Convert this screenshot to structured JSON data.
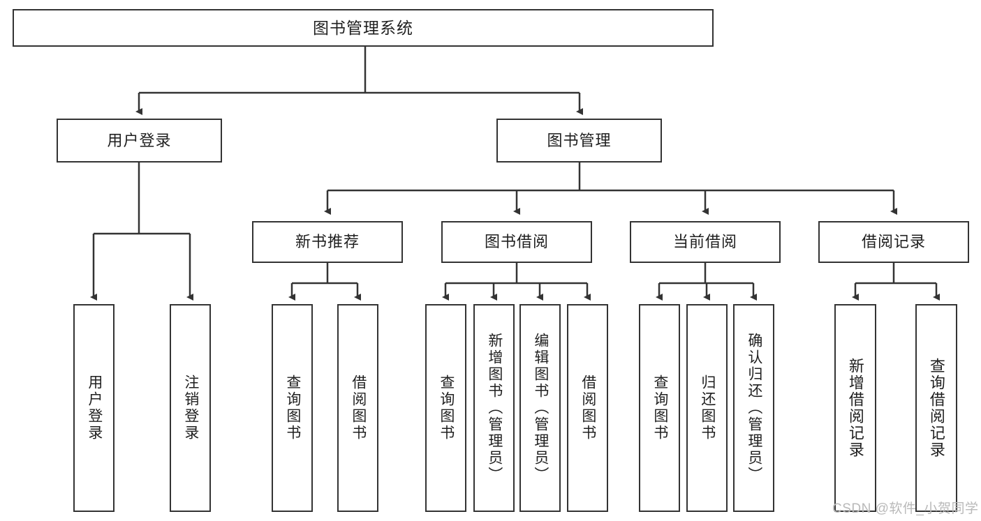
{
  "diagram": {
    "type": "tree-hierarchy",
    "title": "图书管理系统",
    "watermark": "CSDN @软件_小贺同学",
    "colors": {
      "background": "#ffffff",
      "stroke": "#333333",
      "text": "#1f1f1f",
      "watermark": "#b9b9b9"
    },
    "nodes": {
      "root": {
        "label": "图书管理系统"
      },
      "level2": [
        {
          "label": "用户登录"
        },
        {
          "label": "图书管理"
        }
      ],
      "level3": [
        {
          "label": "新书推荐"
        },
        {
          "label": "图书借阅"
        },
        {
          "label": "当前借阅"
        },
        {
          "label": "借阅记录"
        }
      ],
      "leaves": {
        "user_login": [
          {
            "label": "用户登录"
          },
          {
            "label": "注销登录"
          }
        ],
        "new_book_recommend": [
          {
            "label": "查询图书"
          },
          {
            "label": "借阅图书"
          }
        ],
        "book_borrow": [
          {
            "label": "查询图书"
          },
          {
            "label": "新增图书（管理员）"
          },
          {
            "label": "编辑图书（管理员）"
          },
          {
            "label": "借阅图书"
          }
        ],
        "current_borrow": [
          {
            "label": "查询图书"
          },
          {
            "label": "归还图书"
          },
          {
            "label": "确认归还（管理员）"
          }
        ],
        "borrow_record": [
          {
            "label": "新增借阅记录"
          },
          {
            "label": "查询借阅记录"
          }
        ]
      }
    }
  }
}
